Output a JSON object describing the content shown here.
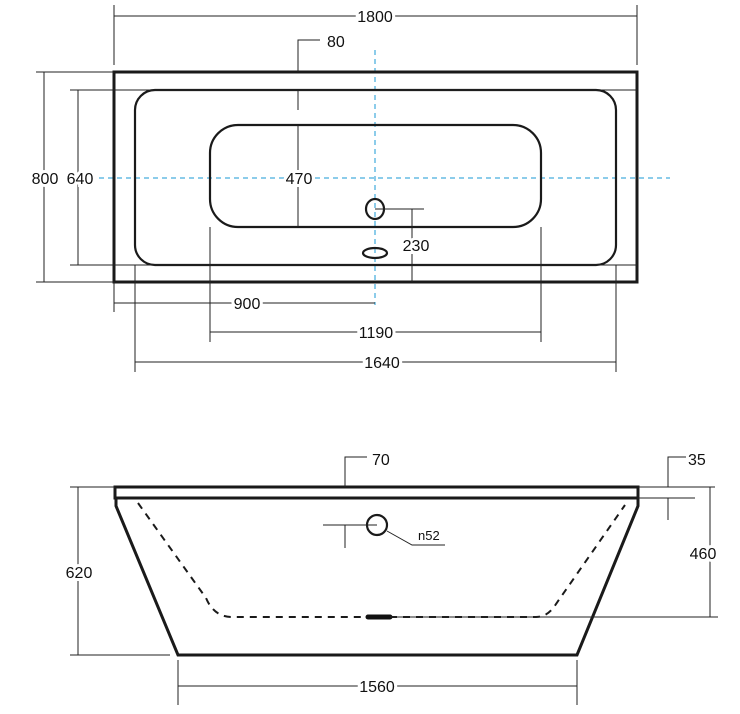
{
  "top_view": {
    "overall_length": "1800",
    "overall_width": "800",
    "rim_width": "80",
    "inner_width": "640",
    "floor_width": "470",
    "drain_offset": "230",
    "center_offset": "900",
    "floor_length": "1190",
    "inner_length": "1640"
  },
  "side_view": {
    "rim_thickness": "70",
    "rim_step": "35",
    "overall_height": "620",
    "inner_depth": "460",
    "overflow_diameter": "n52",
    "base_length": "1560"
  },
  "colors": {
    "lines": "#1a1a1a",
    "center_axis": "#1a9ad6"
  }
}
